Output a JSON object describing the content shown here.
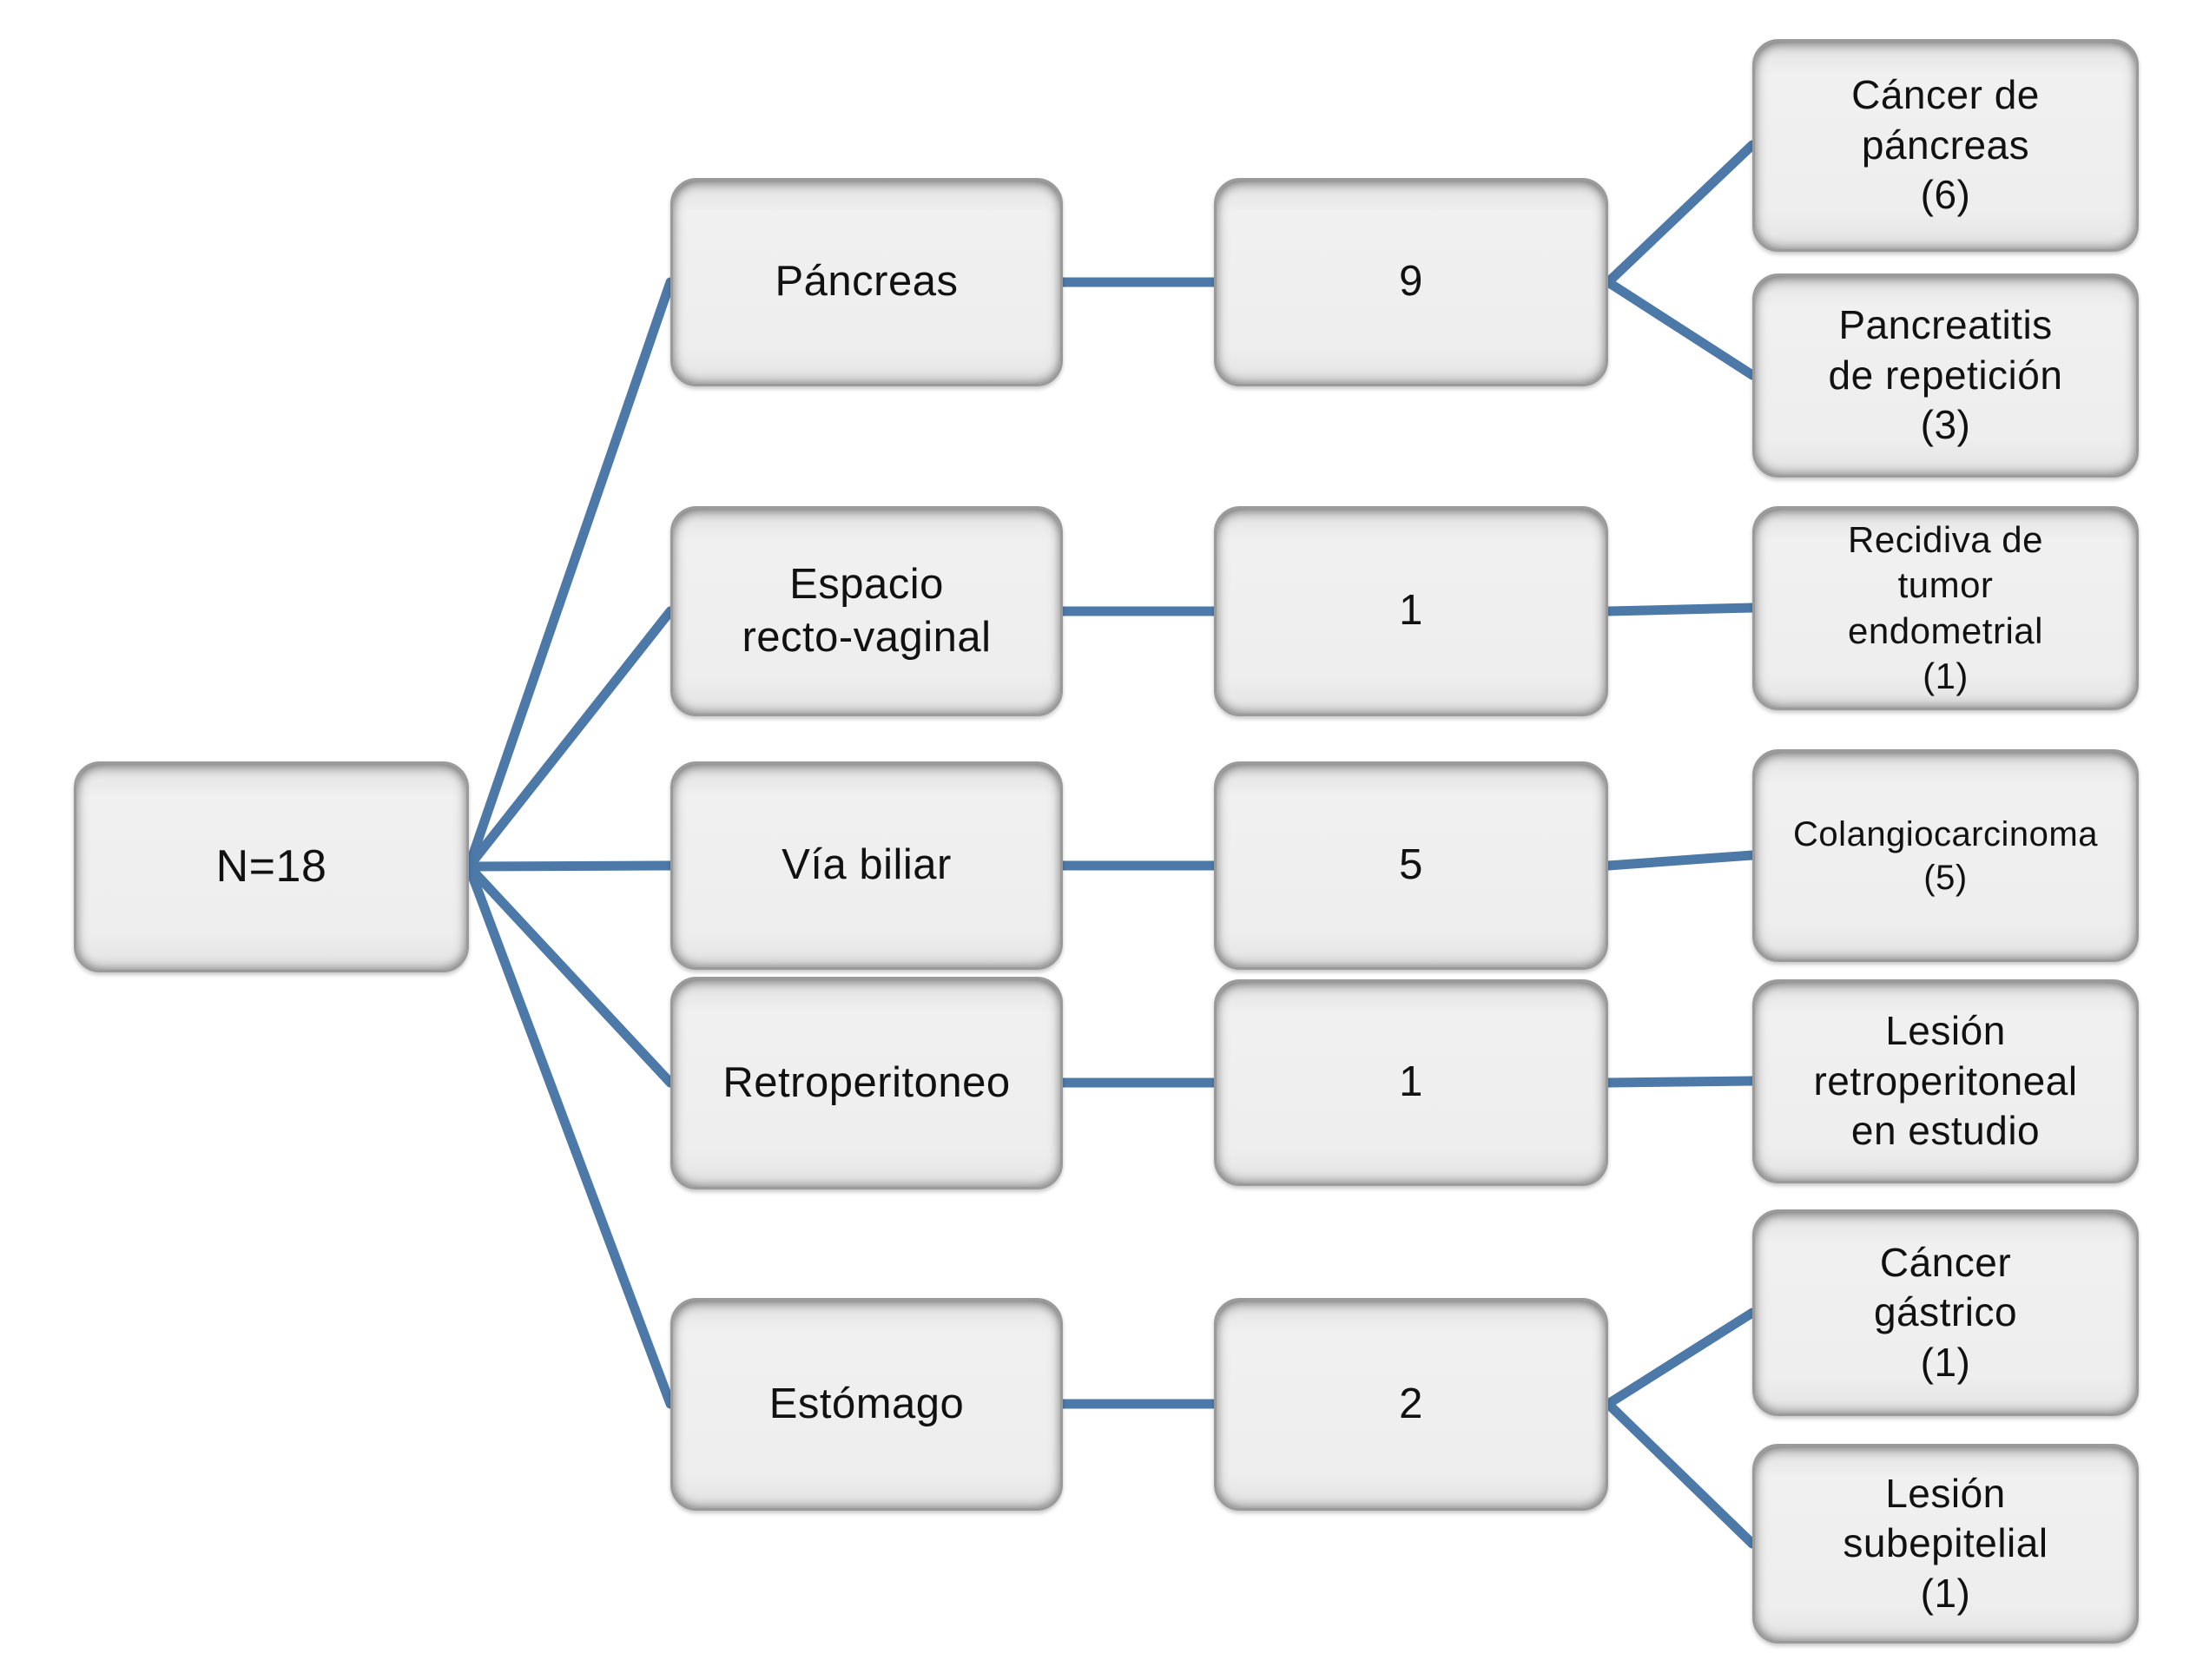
{
  "diagram": {
    "root": {
      "label": "N=18"
    },
    "branches": [
      {
        "category": "Páncreas",
        "count": "9",
        "outcomes": [
          {
            "label": "Cáncer de\npáncreas\n(6)"
          },
          {
            "label": "Pancreatitis\nde repetición\n(3)"
          }
        ]
      },
      {
        "category": "Espacio\nrecto-vaginal",
        "count": "1",
        "outcomes": [
          {
            "label": "Recidiva de\ntumor\nendometrial\n(1)"
          }
        ]
      },
      {
        "category": "Vía biliar",
        "count": "5",
        "outcomes": [
          {
            "label": "Colangiocarcinoma\n(5)"
          }
        ]
      },
      {
        "category": "Retroperitoneo",
        "count": "1",
        "outcomes": [
          {
            "label": "Lesión\nretroperitoneal\nen estudio"
          }
        ]
      },
      {
        "category": "Estómago",
        "count": "2",
        "outcomes": [
          {
            "label": "Cáncer\ngástrico\n(1)"
          },
          {
            "label": "Lesión\nsubepitelial\n(1)"
          }
        ]
      }
    ]
  },
  "colors": {
    "connector": "#4d79a8",
    "box_fill": "#ececec",
    "box_border": "#9a9a9a",
    "text_color": "#111111"
  }
}
